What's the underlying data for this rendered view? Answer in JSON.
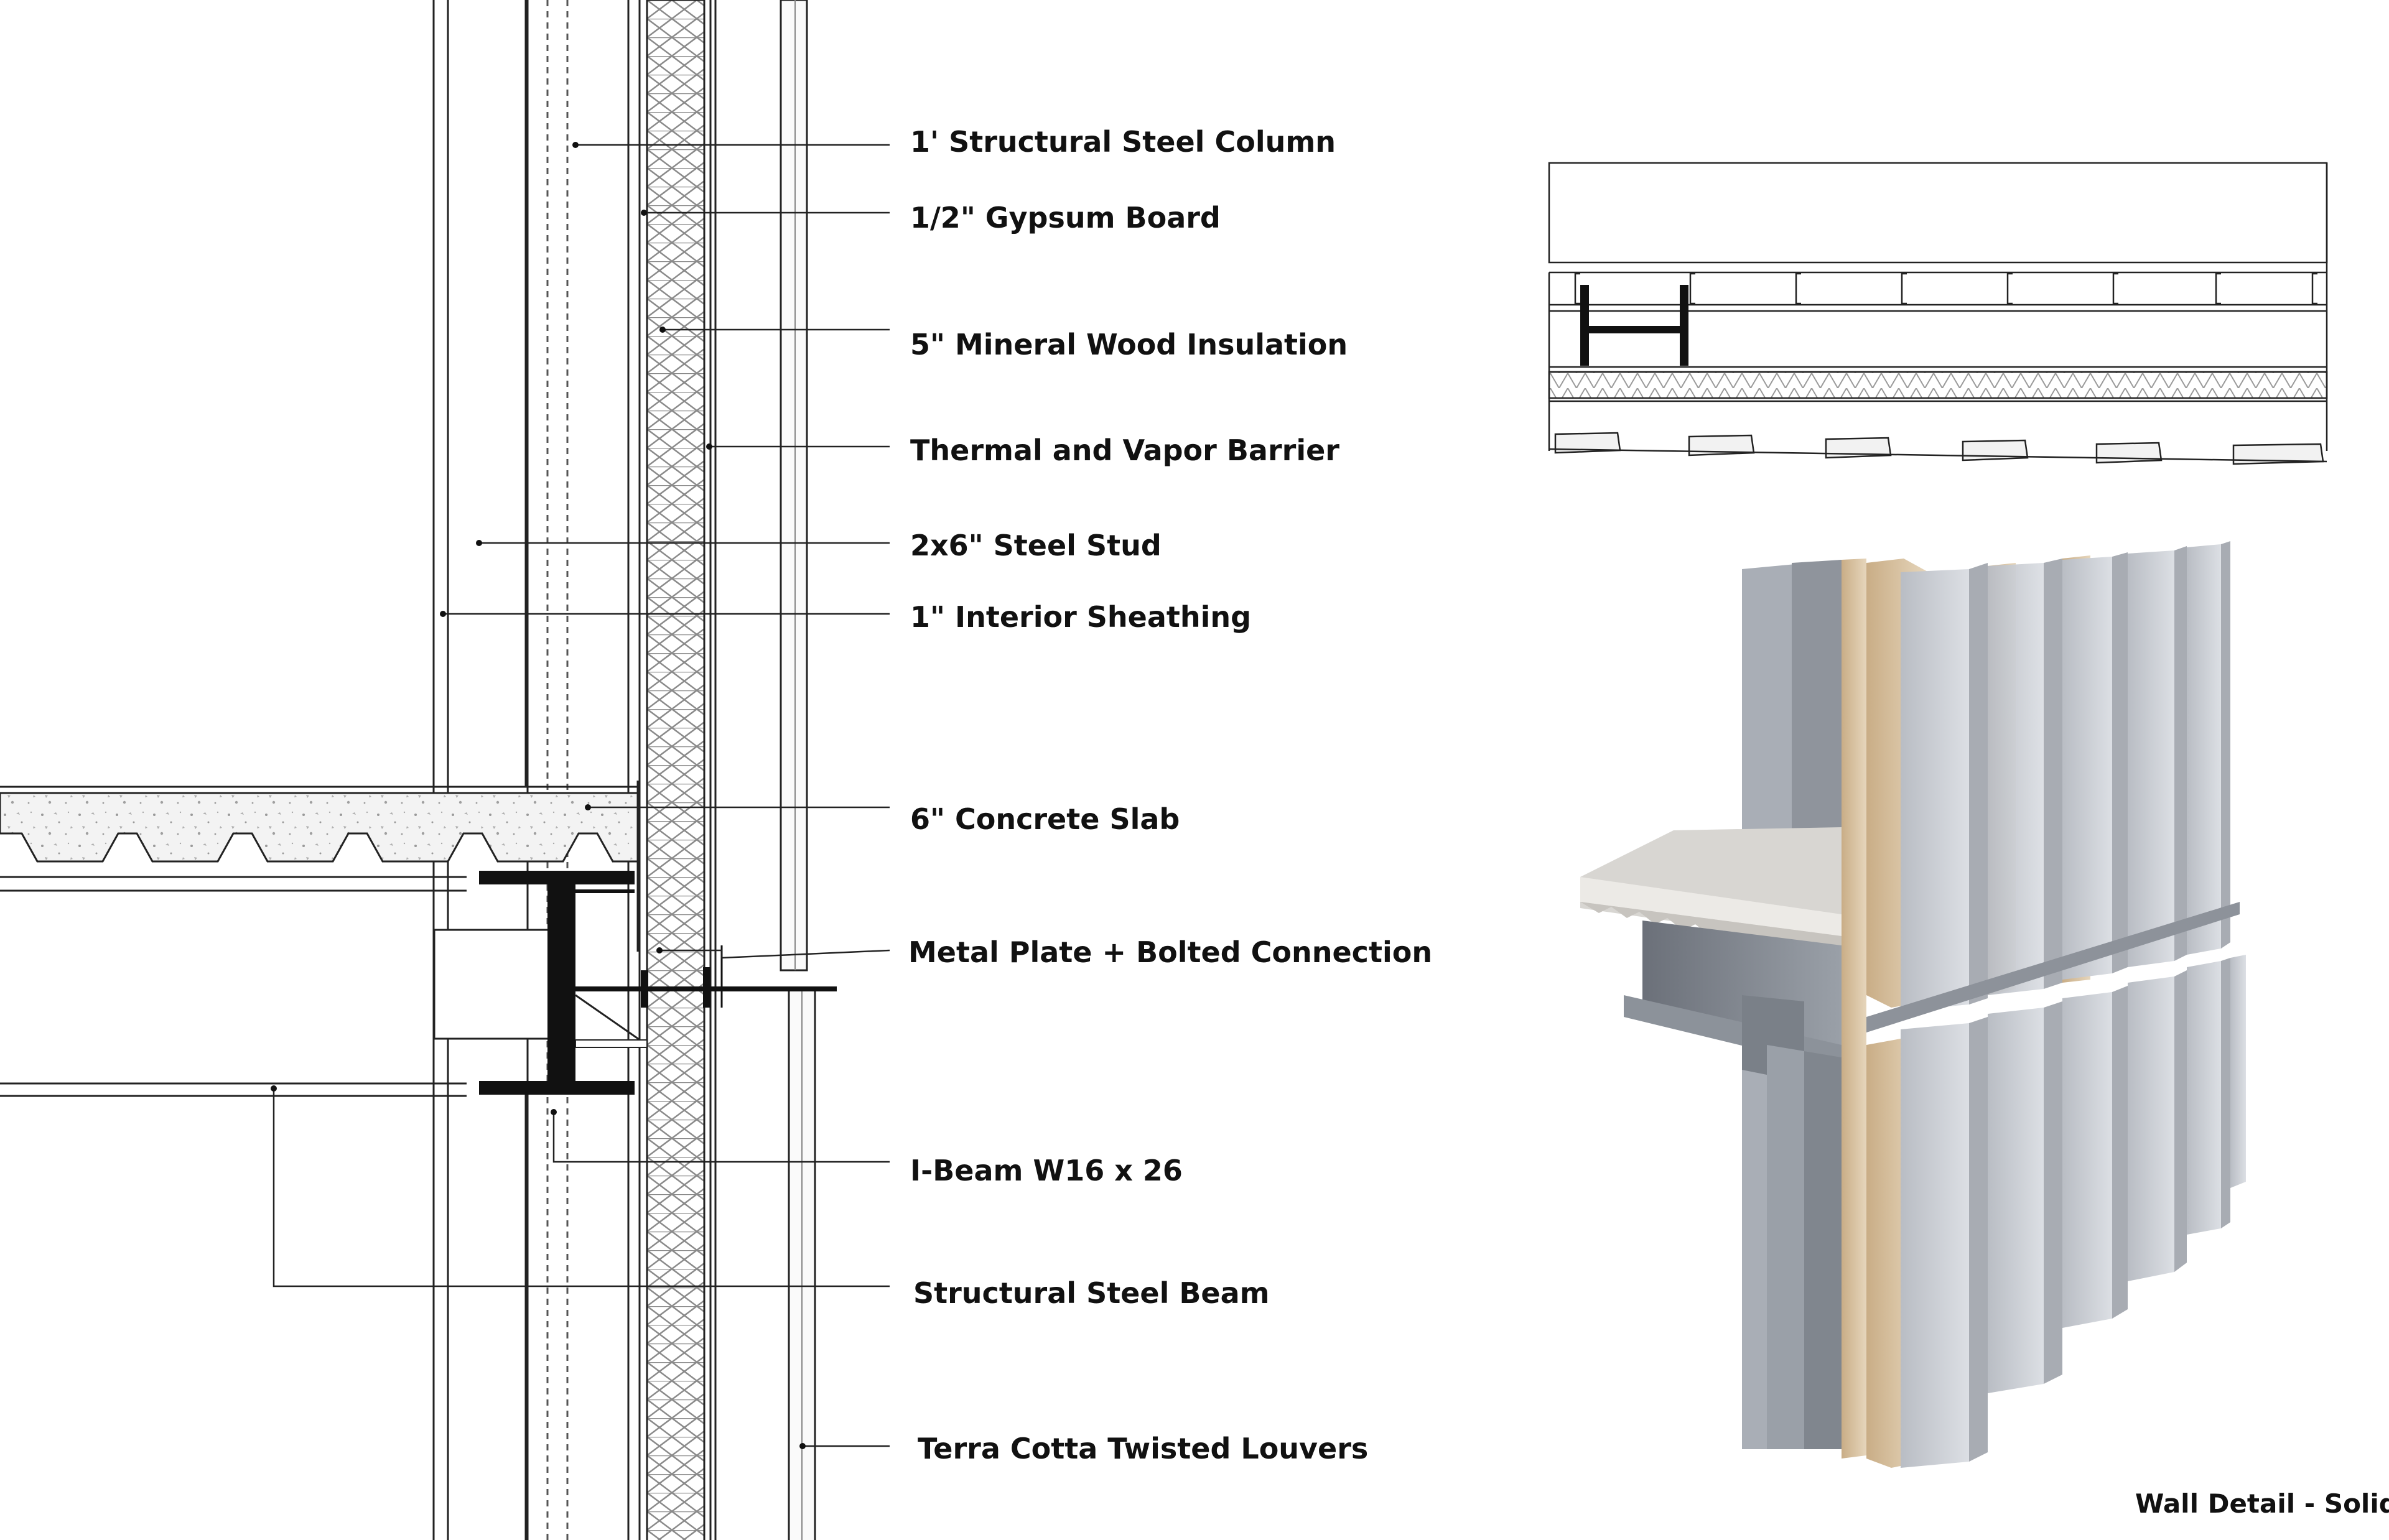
{
  "labels": [
    {
      "id": "steel-column",
      "text": "1' Structural Steel Column"
    },
    {
      "id": "gypsum-board",
      "text": "1/2\" Gypsum Board"
    },
    {
      "id": "insulation",
      "text": "5\" Mineral Wood Insulation"
    },
    {
      "id": "vapor-barrier",
      "text": "Thermal and Vapor Barrier"
    },
    {
      "id": "steel-stud",
      "text": "2x6\" Steel Stud"
    },
    {
      "id": "interior-sheathing",
      "text": "1\" Interior Sheathing"
    },
    {
      "id": "concrete-slab",
      "text": "6\" Concrete Slab"
    },
    {
      "id": "metal-plate",
      "text": "Metal Plate + Bolted Connection"
    },
    {
      "id": "i-beam",
      "text": "I-Beam W16 x 26"
    },
    {
      "id": "steel-beam",
      "text": "Structural Steel Beam"
    },
    {
      "id": "louvers",
      "text": "Terra Cotta Twisted Louvers"
    }
  ],
  "caption": "Wall Detail - Solid",
  "colors": {
    "line": "#222222",
    "hatch": "#8a8a8a",
    "concrete": "#f1f1f1",
    "steel_dark": "#111111",
    "render_steel": "#9ea3ab",
    "render_light": "#c9ccd2",
    "render_wood": "#d9c4a5"
  }
}
